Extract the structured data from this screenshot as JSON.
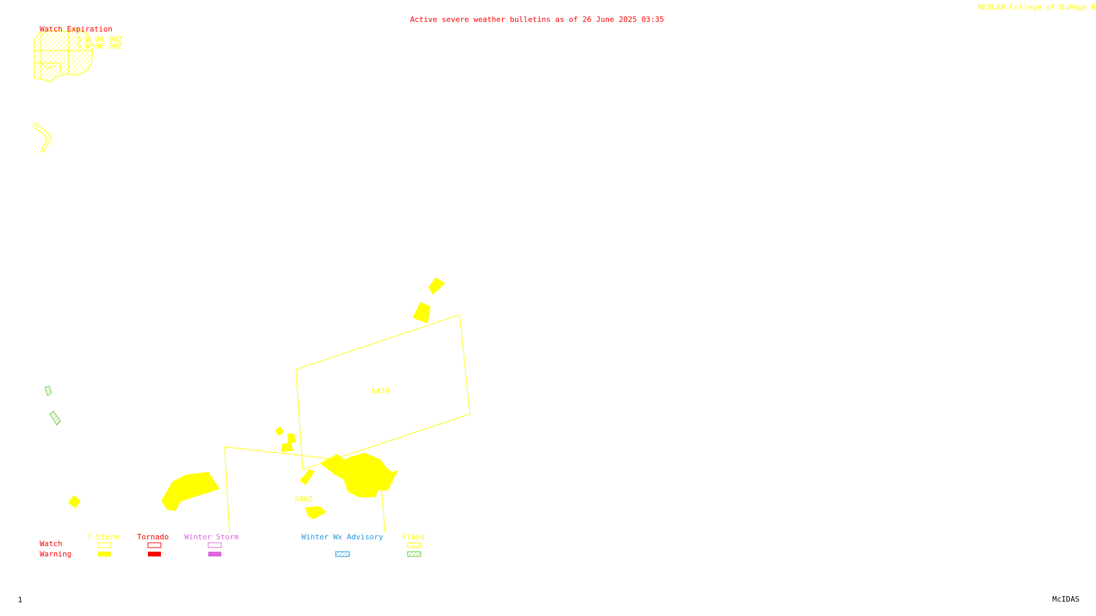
{
  "header": {
    "title": "Active severe weather bulletins as of 26 June 2025 03:35",
    "credit": "NEXLAB-College of DuPage R"
  },
  "watch_expiration": {
    "heading": "Watch Expiration",
    "rows": [
      "5 W 04 00Z",
      "5 W 06 00Z"
    ]
  },
  "watches": [
    {
      "id": "S459"
    },
    {
      "id": "S462"
    }
  ],
  "legend": {
    "row_labels": {
      "watch": "Watch",
      "warning": "Warning"
    },
    "categories": [
      {
        "name": "T-Storm",
        "color": "#ffff00",
        "watch": "outline",
        "warning": "solid"
      },
      {
        "name": "Tornado",
        "color": "#ff0000",
        "watch": "outline",
        "warning": "solid"
      },
      {
        "name": "Winter Storm",
        "color": "#dd66dd",
        "watch": "outline",
        "warning": "solid"
      },
      {
        "name": "Winter Wx Advisory",
        "color": "#2299dd",
        "watch": "none",
        "warning": "hatched"
      },
      {
        "name": "Flood",
        "color": "#ffff00",
        "watch": "hatched",
        "warning": "hatched-green"
      }
    ]
  },
  "colors": {
    "tstorm": "#ffff00",
    "tornado": "#ff0000",
    "winter_storm": "#dd66dd",
    "winter_advisory": "#2299dd",
    "flood_warning": "#66cc33"
  },
  "footer": {
    "frame": "1",
    "software": "McIDAS"
  }
}
